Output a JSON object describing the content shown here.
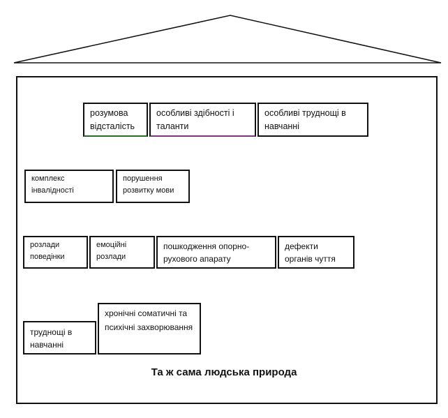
{
  "boxes": {
    "row1": [
      "розумова відсталість",
      "особливі здібності і таланти",
      "особливі  труднощі в навчанні"
    ],
    "row2": [
      "комплекс інвалідності",
      "порушення розвитку мови"
    ],
    "row3": [
      "розлади поведінки",
      "емоційні розлади",
      "пошкодження опорно-рухового  апарату",
      "дефекти органів чуття"
    ],
    "row4": [
      "труднощі в навчанні",
      "хронічні соматичні та психічні захворювання"
    ]
  },
  "title": "Та ж сама людська природа"
}
